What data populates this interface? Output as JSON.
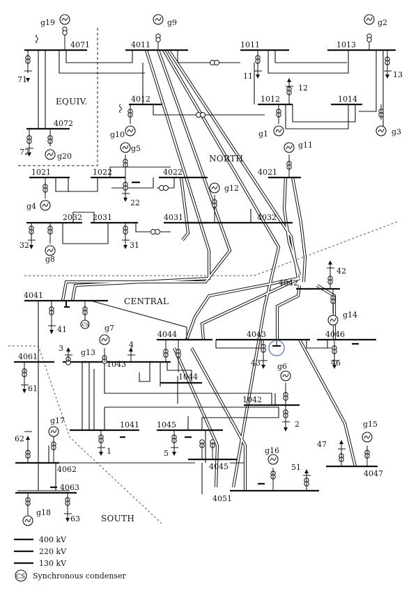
{
  "areas": {
    "equiv": "EQUIV.",
    "north": "NORTH",
    "central": "CENTRAL",
    "south": "SOUTH"
  },
  "bus_labels": [
    "4071",
    "4011",
    "1011",
    "1013",
    "4012",
    "1012",
    "1014",
    "4072",
    "1021",
    "1022",
    "4022",
    "4021",
    "2032",
    "2031",
    "4031",
    "4032",
    "4042",
    "4041",
    "4044",
    "4043",
    "4046",
    "4061",
    "1043",
    "1044",
    "1042",
    "1041",
    "1045",
    "4062",
    "4045",
    "4051",
    "4063",
    "4047"
  ],
  "generators": [
    "g19",
    "g9",
    "g2",
    "g10",
    "g1",
    "g3",
    "g20",
    "g5",
    "g11",
    "g4",
    "g12",
    "g8",
    "g7",
    "g6",
    "g14",
    "g17",
    "g15",
    "g16",
    "g18"
  ],
  "synchronous_condenser": {
    "symbol": "CS",
    "generator": "g13"
  },
  "loads": [
    "71",
    "11",
    "13",
    "12",
    "72",
    "22",
    "32",
    "31",
    "42",
    "41",
    "3",
    "4",
    "43",
    "46",
    "61",
    "2",
    "62",
    "1",
    "5",
    "47",
    "51",
    "63"
  ],
  "legend": [
    {
      "label": "400 kV",
      "style": "double"
    },
    {
      "label": "220 kV",
      "style": "single"
    },
    {
      "label": "130 kV",
      "style": "single"
    },
    {
      "label": "Synchronous condenser",
      "symbol": "CS"
    }
  ],
  "colors": {
    "line": "#111111",
    "highlight": "#6f8fd8",
    "boundary": "#555555"
  }
}
